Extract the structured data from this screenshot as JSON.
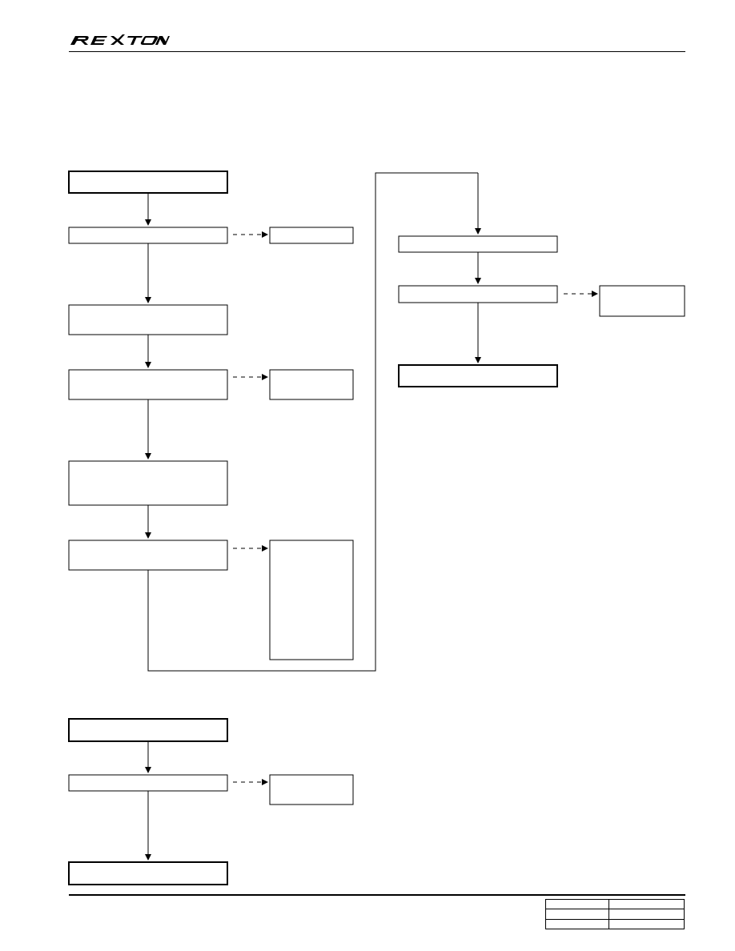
{
  "header": {
    "logo_text": "REXTON",
    "logo_icon": "rexton-logo"
  },
  "diagram": {
    "flows": [
      {
        "name": "main-flow",
        "step_count": 11
      },
      {
        "name": "bottom-flow",
        "step_count": 4
      }
    ]
  },
  "footer": {
    "table_rows": 3,
    "table_cols": 2
  }
}
